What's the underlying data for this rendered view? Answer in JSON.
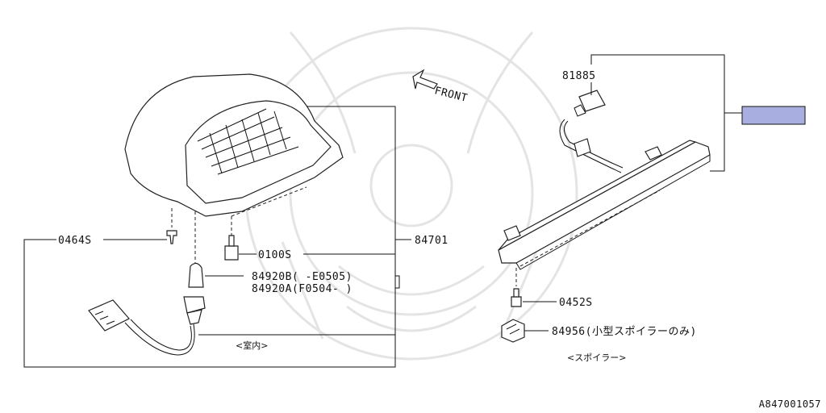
{
  "diagram": {
    "labels": {
      "front": "FRONT",
      "part_81885": "81885",
      "part_0464S": "0464S",
      "part_0100S": "0100S",
      "part_84701": "84701",
      "part_84920B": "84920B( -E0505)",
      "part_84920A": "84920A(F0504- )",
      "part_0452S": "0452S",
      "part_84956": "84956(小型スポイラーのみ)",
      "interior": "<室内>",
      "spoiler": "<スポイラー>",
      "figure_code": "A847001057"
    },
    "colors": {
      "highlight_box": "#a9aee0",
      "line": "#111111"
    }
  }
}
